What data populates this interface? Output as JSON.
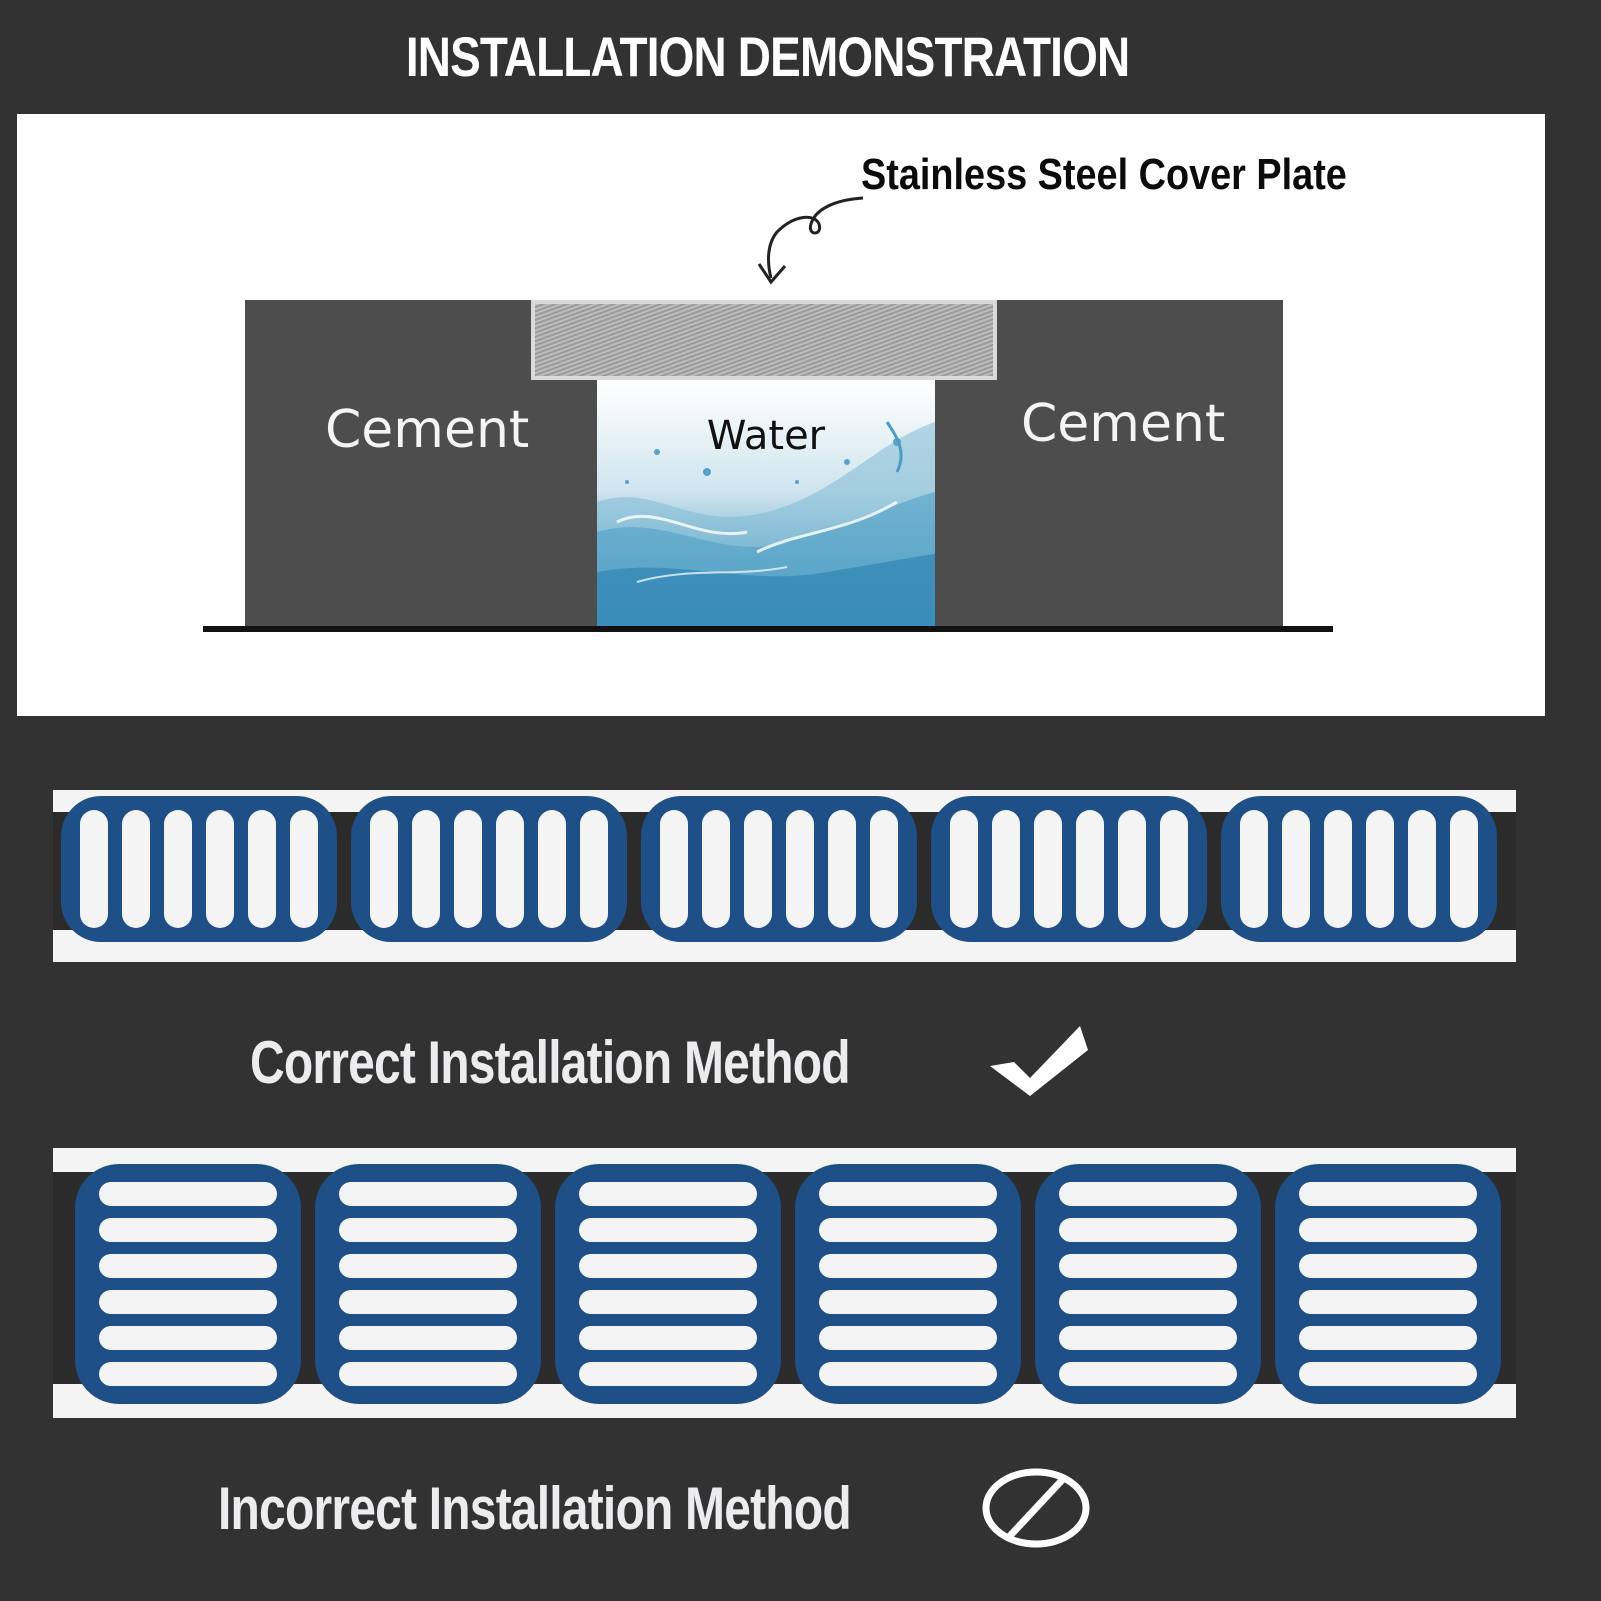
{
  "title": "INSTALLATION DEMONSTRATION",
  "diagram": {
    "cover_plate_label": "Stainless Steel Cover Plate",
    "cement_left": "Cement",
    "water": "Water",
    "cement_right": "Cement"
  },
  "methods": {
    "correct": {
      "label": "Correct Installation Method",
      "slot_orientation": "vertical",
      "icon": "checkmark-icon"
    },
    "incorrect": {
      "label": "Incorrect Installation Method",
      "slot_orientation": "horizontal",
      "icon": "prohibited-icon"
    }
  },
  "colors": {
    "background": "#333233",
    "cement": "#4d4d4d",
    "grate_blue": "#1f4f87",
    "water": "#3b8fb5"
  }
}
